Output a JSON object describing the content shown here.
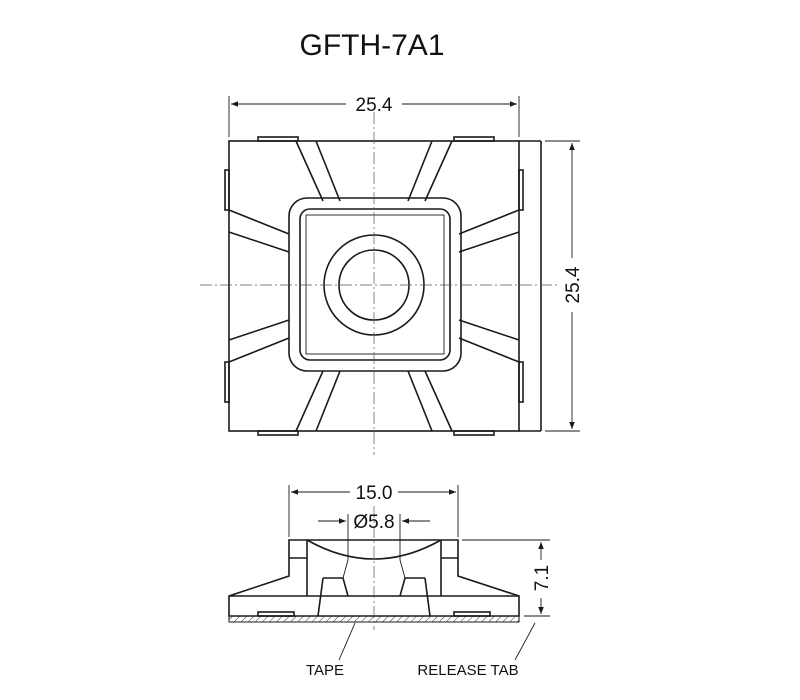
{
  "title": "GFTH-7A1",
  "dimensions": {
    "top_width": "25.4",
    "top_height": "25.4",
    "side_width": "15.0",
    "side_hole": "Ø5.8",
    "side_height": "7.1"
  },
  "callouts": {
    "tape": "TAPE",
    "release_tab": "RELEASE TAB"
  }
}
